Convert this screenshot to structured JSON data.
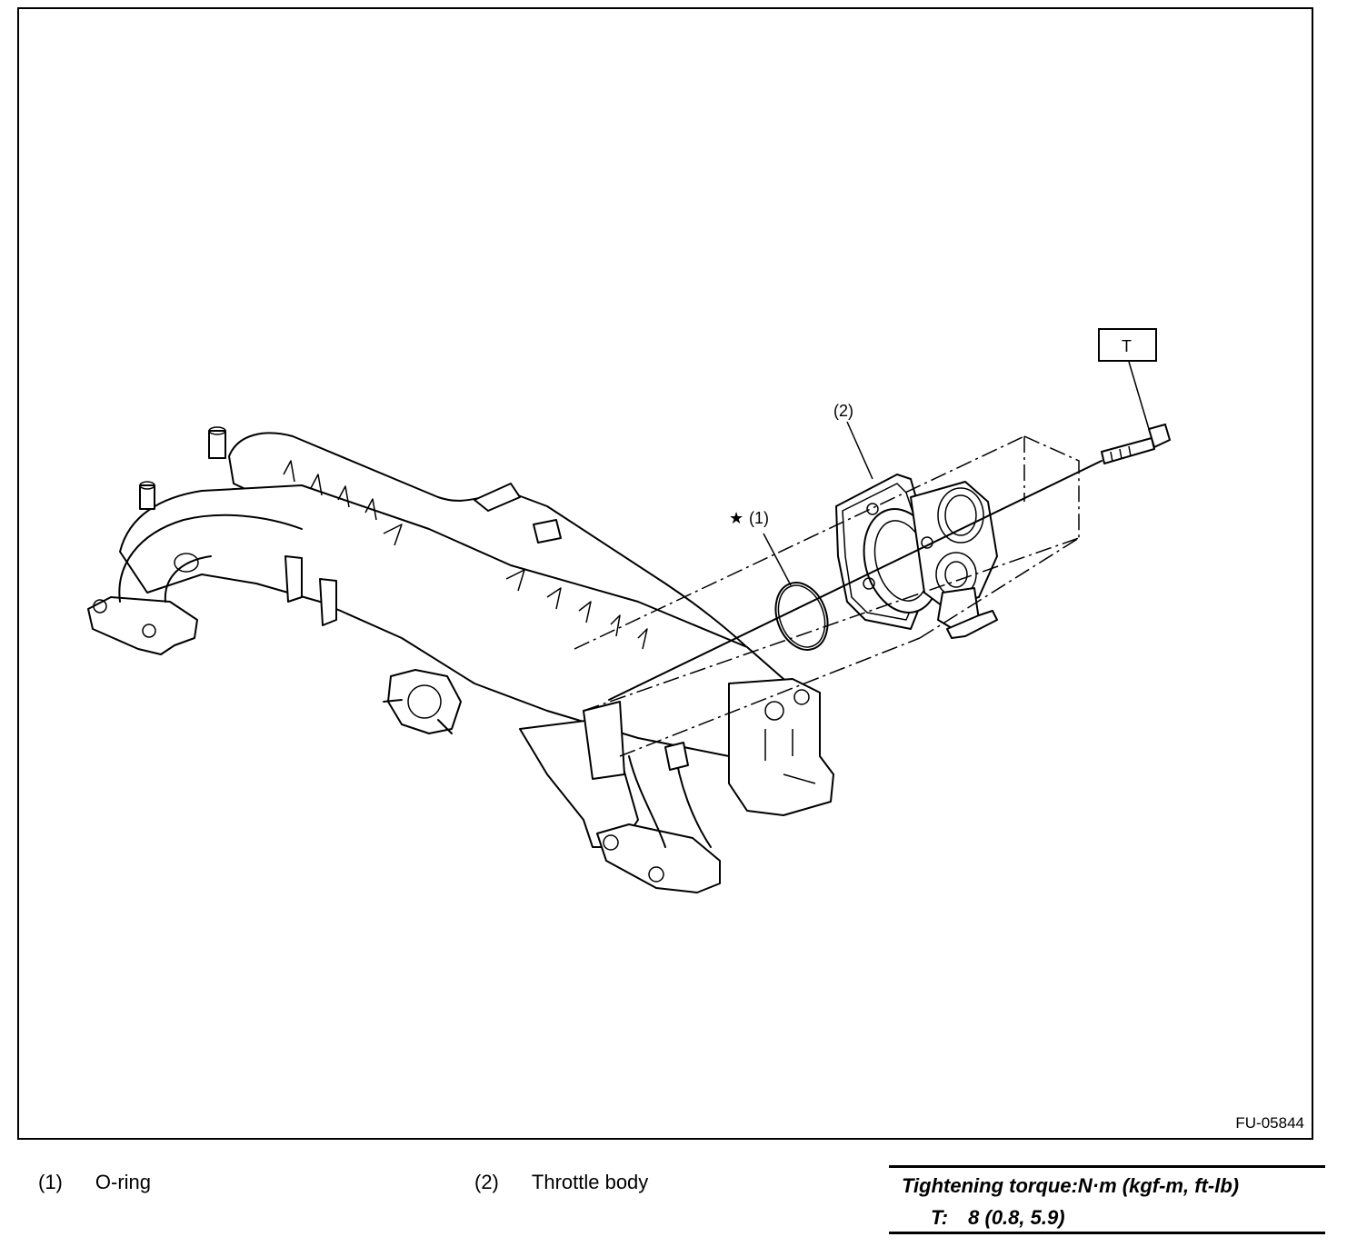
{
  "figure": {
    "id": "FU-05844"
  },
  "callouts": {
    "part1": "(1)",
    "part2": "(2)",
    "torque_box": "T",
    "new_part_symbol": "★"
  },
  "legend": [
    {
      "num": "(1)",
      "text": "O-ring"
    },
    {
      "num": "(2)",
      "text": "Throttle body"
    }
  ],
  "torque": {
    "heading": "Tightening torque:N·m (kgf-m, ft-lb)",
    "label": "T:",
    "value": "8 (0.8, 5.9)"
  }
}
